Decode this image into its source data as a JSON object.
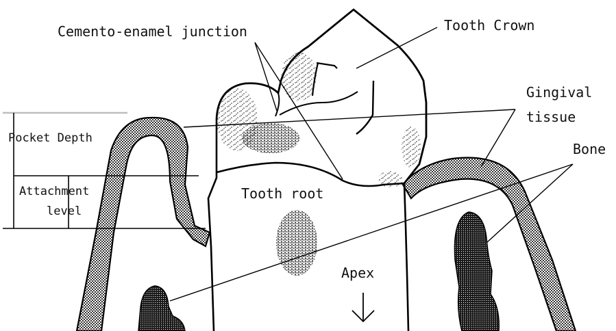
{
  "labels": {
    "cej": "Cemento-enamel junction",
    "crown": "Tooth Crown",
    "gingival_line1": "Gingival",
    "gingival_line2": "tissue",
    "pocket_depth": "Pocket Depth",
    "bone": "Bone",
    "attachment_line1": "Attachment",
    "attachment_line2": "level",
    "root": "Tooth root",
    "apex": "Apex"
  },
  "colors": {
    "line": "#000000",
    "guide_line": "#bdbdbd",
    "gingiva_fill": "#9a9a9a",
    "bone_fill": "#2a2a2a"
  }
}
